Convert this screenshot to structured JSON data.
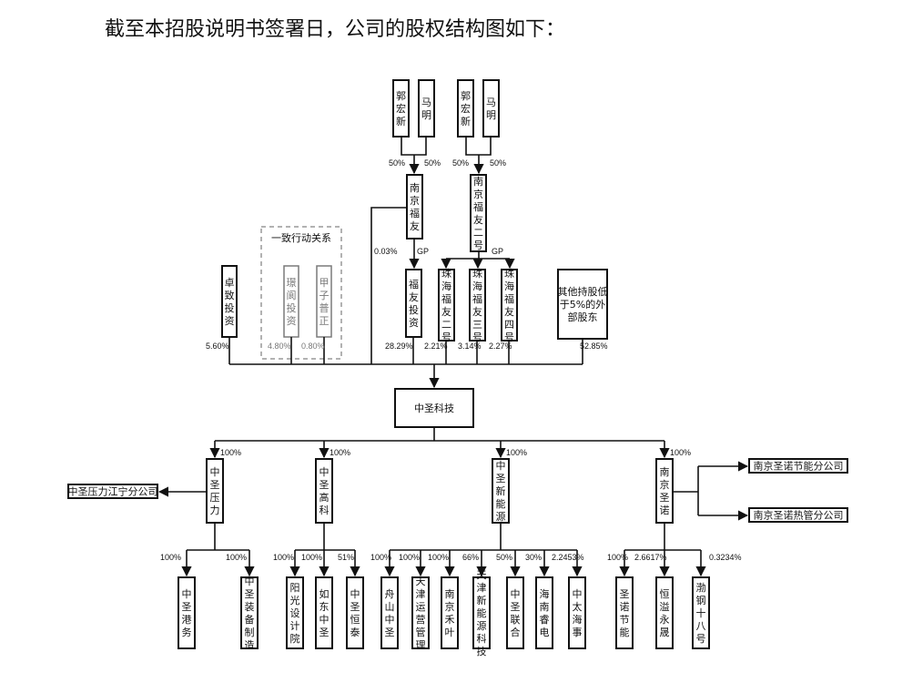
{
  "heading": "截至本招股说明书签署日，公司的股权结构图如下：",
  "group_label": "一致行动关系",
  "gp_label": "GP",
  "top_owners": [
    {
      "id": "guo1",
      "text": "郭宏新"
    },
    {
      "id": "ma1",
      "text": "马明"
    },
    {
      "id": "guo2",
      "text": "郭宏新"
    },
    {
      "id": "ma2",
      "text": "马明"
    }
  ],
  "owner_pcts": [
    {
      "id": "p_guo1",
      "text": "50%"
    },
    {
      "id": "p_ma1",
      "text": "50%"
    },
    {
      "id": "p_guo2",
      "text": "50%"
    },
    {
      "id": "p_ma2",
      "text": "50%"
    }
  ],
  "gp_entities": [
    {
      "id": "nanjingfuyou",
      "text": "南京福友"
    },
    {
      "id": "nanjingfuyou2",
      "text": "南京福友二号"
    }
  ],
  "shareholders": [
    {
      "id": "zhuozhi",
      "text": "卓致投资",
      "pct": "5.60%",
      "gray": false
    },
    {
      "id": "pujue",
      "text": "璟阆投资",
      "pct": "4.80%",
      "gray": true
    },
    {
      "id": "jiazi",
      "text": "甲子普正",
      "pct": "0.80%",
      "gray": true
    },
    {
      "id": "fuyou",
      "text": "福友投资",
      "pct": "28.29%",
      "gray": false
    },
    {
      "id": "zh2",
      "text": "珠海福友二号",
      "pct": "2.21%",
      "gray": false
    },
    {
      "id": "zh3",
      "text": "珠海福友三号",
      "pct": "3.14%",
      "gray": false
    },
    {
      "id": "zh4",
      "text": "珠海福友四号",
      "pct": "2.27%",
      "gray": false
    },
    {
      "id": "others",
      "text": "其他持股低于5%的外部股东",
      "pct": "52.85%",
      "gray": false
    }
  ],
  "nanjingfuyou_direct_pct": "0.03%",
  "company": "中圣科技",
  "subsidiaries": [
    {
      "id": "yali",
      "text": "中圣压力",
      "pct": "100%"
    },
    {
      "id": "gaoke",
      "text": "中圣高科",
      "pct": "100%"
    },
    {
      "id": "xinneng",
      "text": "中圣新能源",
      "pct": "100%"
    },
    {
      "id": "shengnuo",
      "text": "南京圣诺",
      "pct": "100%"
    }
  ],
  "branches": [
    {
      "id": "jiangning",
      "text": "中圣压力江宁分公司"
    },
    {
      "id": "jieneng",
      "text": "南京圣诺节能分公司"
    },
    {
      "id": "reguan",
      "text": "南京圣诺热管分公司"
    }
  ],
  "grandchildren": [
    {
      "id": "ganggwu",
      "text": "中圣港务",
      "pct": "100%"
    },
    {
      "id": "zhuangbei",
      "text": "中圣装备制造",
      "pct": "100%"
    },
    {
      "id": "yangguang",
      "text": "阳光设计院",
      "pct": "100%"
    },
    {
      "id": "rudong",
      "text": "如东中圣",
      "pct": "100%"
    },
    {
      "id": "hengtai",
      "text": "中圣恒泰",
      "pct": "51%"
    },
    {
      "id": "zhoushan",
      "text": "舟山中圣",
      "pct": "100%"
    },
    {
      "id": "tianjinyy",
      "text": "天津运营管理",
      "pct": "100%"
    },
    {
      "id": "heye",
      "text": "南京禾叶",
      "pct": "100%"
    },
    {
      "id": "tianjinxny",
      "text": "天津新能源科技",
      "pct": "66%"
    },
    {
      "id": "lianhe",
      "text": "中圣联合",
      "pct": "50%"
    },
    {
      "id": "ruidian",
      "text": "海南睿电",
      "pct": "30%"
    },
    {
      "id": "taihai",
      "text": "中太海事",
      "pct": "2.2453%"
    },
    {
      "id": "jieneng2",
      "text": "圣诺节能",
      "pct": "100%"
    },
    {
      "id": "hengyi",
      "text": "恒溢永晟",
      "pct": "2.6617%"
    },
    {
      "id": "bohai",
      "text": "渤钢十八号",
      "pct": "0.3234%"
    }
  ]
}
